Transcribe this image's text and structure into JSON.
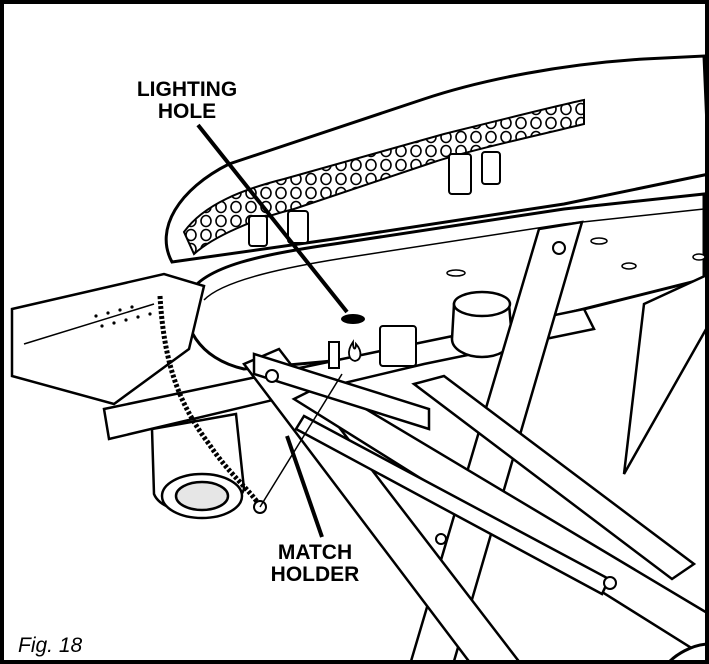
{
  "labels": {
    "lighting_hole_line1": "LIGHTING",
    "lighting_hole_line2": "HOLE",
    "match_holder_line1": "MATCH",
    "match_holder_line2": "HOLDER"
  },
  "caption": "Fig. 18",
  "colors": {
    "ink": "#000000",
    "paper": "#ffffff",
    "shade": "#e6e6e6"
  }
}
